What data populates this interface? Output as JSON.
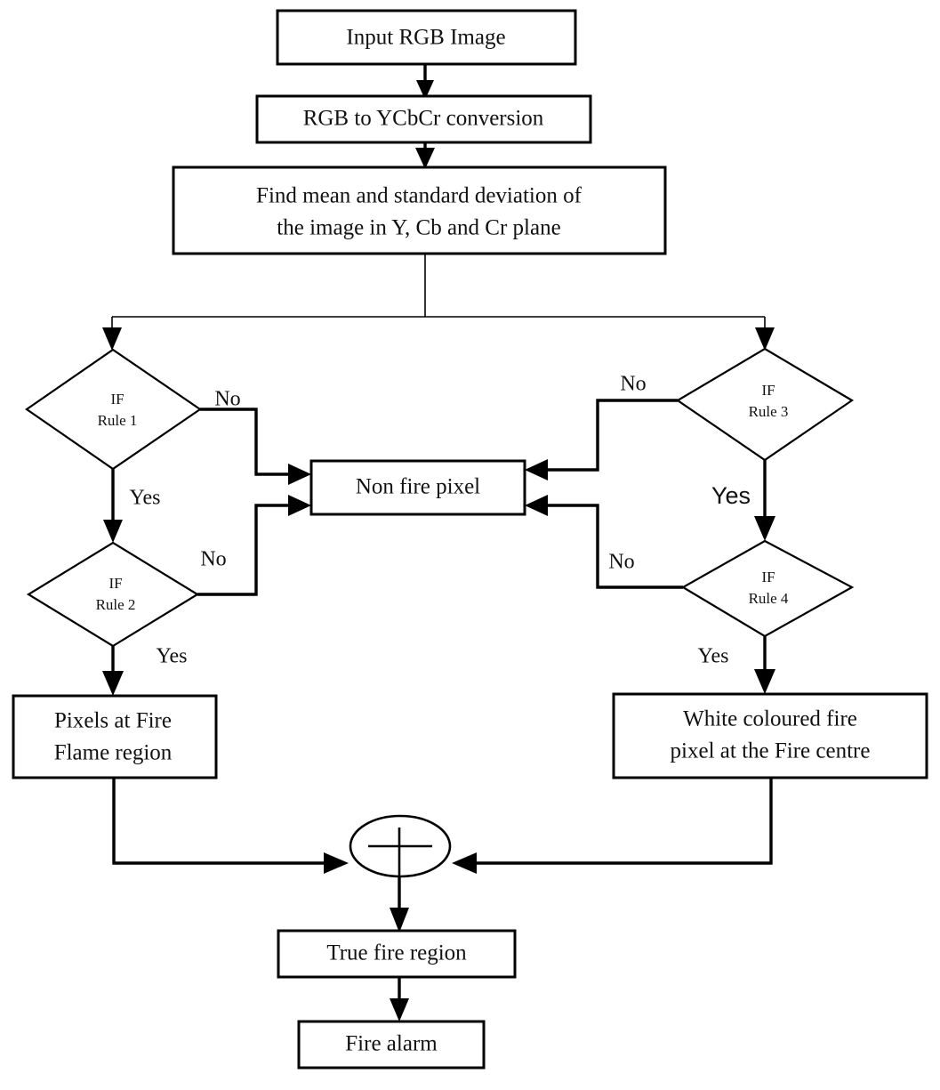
{
  "diagram": {
    "title": "Fire detection rule-based flowchart",
    "colors": {
      "stroke": "#000000",
      "fill": "#ffffff",
      "text": "#111111"
    },
    "nodes": {
      "input_rgb": {
        "label": "Input RGB Image",
        "shape": "process"
      },
      "ycbcr": {
        "label": "RGB to YCbCr conversion",
        "shape": "process"
      },
      "stats_line1": {
        "label": "Find mean and standard deviation of"
      },
      "stats_line2": {
        "label": "the image in Y, Cb and Cr plane"
      },
      "rule1_line1": {
        "label": "IF"
      },
      "rule1_line2": {
        "label": "Rule 1"
      },
      "rule2_line1": {
        "label": "IF"
      },
      "rule2_line2": {
        "label": "Rule 2"
      },
      "rule3_line1": {
        "label": "IF"
      },
      "rule3_line2": {
        "label": "Rule 3"
      },
      "rule4_line1": {
        "label": "IF"
      },
      "rule4_line2": {
        "label": "Rule 4"
      },
      "non_fire": {
        "label": "Non fire pixel",
        "shape": "process"
      },
      "flame_line1": {
        "label": "Pixels at Fire"
      },
      "flame_line2": {
        "label": "Flame region"
      },
      "white_line1": {
        "label": "White coloured fire"
      },
      "white_line2": {
        "label": "pixel at the Fire centre"
      },
      "sum_junction": {
        "label": "+",
        "shape": "ellipse-sum"
      },
      "true_fire": {
        "label": "True fire region",
        "shape": "process"
      },
      "fire_alarm": {
        "label": "Fire alarm",
        "shape": "process"
      }
    },
    "edge_labels": {
      "rule1_no": "No",
      "rule1_yes": "Yes",
      "rule2_no": "No",
      "rule2_yes": "Yes",
      "rule3_no": "No",
      "rule3_yes": "Yes",
      "rule4_no": "No",
      "rule4_yes": "Yes"
    }
  }
}
